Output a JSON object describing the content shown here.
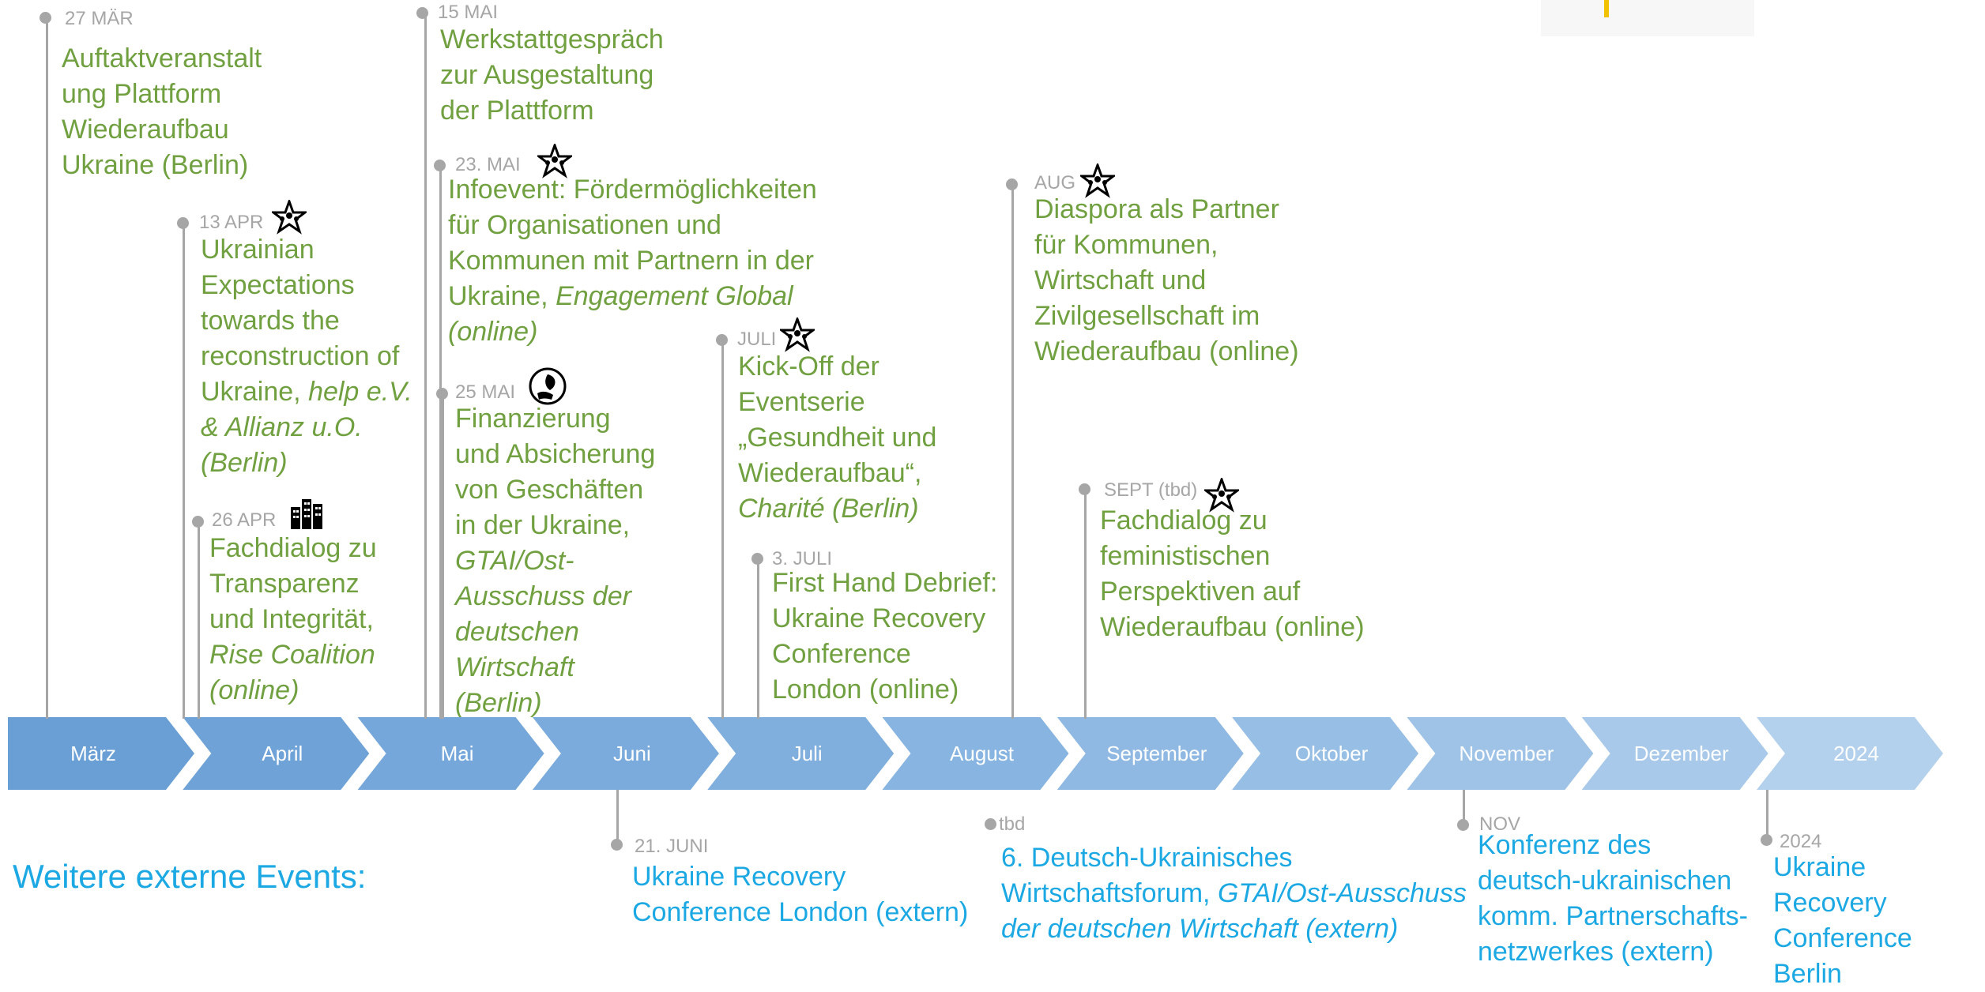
{
  "months": [
    {
      "label": "März",
      "color": "#6a9fd6"
    },
    {
      "label": "April",
      "color": "#6fa3d8"
    },
    {
      "label": "Mai",
      "color": "#75a7da"
    },
    {
      "label": "Juni",
      "color": "#7babdc"
    },
    {
      "label": "Juli",
      "color": "#80afde"
    },
    {
      "label": "August",
      "color": "#87b4e0"
    },
    {
      "label": "September",
      "color": "#8fb9e2"
    },
    {
      "label": "Oktober",
      "color": "#97bee4"
    },
    {
      "label": "November",
      "color": "#9fc3e6"
    },
    {
      "label": "Dezember",
      "color": "#a8c9e9"
    },
    {
      "label": "2024",
      "color": "#b3d0ec"
    }
  ],
  "events": {
    "maer27": {
      "date": "27 MÄR",
      "l1": "Auftaktveranstalt",
      "l2": "ung Plattform",
      "l3": "Wiederaufbau",
      "l4": "Ukraine (Berlin)"
    },
    "apr13": {
      "date": "13 APR",
      "icon": "star-people-icon",
      "l1": "Ukrainian",
      "l2": "Expectations",
      "l3": "towards the",
      "l4": "reconstruction of",
      "l5a": "Ukraine, ",
      "l5b": "help e.V.",
      "l6": "& Allianz u.O.",
      "l7": "(Berlin)"
    },
    "apr26": {
      "date": "26 APR",
      "icon": "city-buildings-icon",
      "l1": "Fachdialog zu",
      "l2": "Transparenz",
      "l3": "und Integrität,",
      "l4": "Rise Coalition",
      "l5": "(online)"
    },
    "mai15": {
      "date": "15 MAI",
      "l1": "Werkstattgespräch",
      "l2": "zur Ausgestaltung",
      "l3": "der Plattform"
    },
    "mai23": {
      "date": "23. MAI",
      "icon": "star-people-icon",
      "l1": "Infoevent: Fördermöglichkeiten",
      "l2": "für Organisationen und",
      "l3": "Kommunen mit Partnern in der",
      "l4a": "Ukraine, ",
      "l4b": "Engagement Global",
      "l5": "(online)"
    },
    "mai25": {
      "date": "25 MAI",
      "icon": "hand-leaf-icon",
      "l1": "Finanzierung",
      "l2": "und Absicherung",
      "l3": "von Geschäften",
      "l4": "in der Ukraine,",
      "l5": "GTAI/Ost-",
      "l6": "Ausschuss der",
      "l7": "deutschen",
      "l8": "Wirtschaft",
      "l9": "(Berlin)"
    },
    "juli": {
      "date": "JULI",
      "icon": "star-people-icon",
      "l1": "Kick-Off der",
      "l2": "Eventserie",
      "l3": "„Gesundheit und",
      "l4": "Wiederaufbau“,",
      "l5": "Charité (Berlin)"
    },
    "juli3": {
      "date": "3. JULI",
      "l1": "First Hand Debrief:",
      "l2": "Ukraine Recovery",
      "l3": "Conference",
      "l4": "London (online)"
    },
    "aug": {
      "date": "AUG",
      "icon": "star-people-icon",
      "l1": "Diaspora als Partner",
      "l2": "für Kommunen,",
      "l3": "Wirtschaft und",
      "l4": "Zivilgesellschaft im",
      "l5": "Wiederaufbau (online)"
    },
    "sept": {
      "date": "SEPT (tbd)",
      "icon": "star-people-icon",
      "l1": "Fachdialog zu",
      "l2": "feministischen",
      "l3": "Perspektiven auf",
      "l4": "Wiederaufbau (online)"
    }
  },
  "external": {
    "heading": "Weitere externe Events:",
    "juni21": {
      "date": "21. JUNI",
      "l1": "Ukraine Recovery",
      "l2": "Conference London (extern)"
    },
    "tbd": {
      "date": "tbd",
      "l1": "6. Deutsch-Ukrainisches",
      "l2a": "Wirtschaftsforum, ",
      "l2b": "GTAI/Ost-Ausschuss",
      "l3": "der deutschen Wirtschaft (extern)"
    },
    "nov": {
      "date": "NOV",
      "l1": "Konferenz des",
      "l2": "deutsch-ukrainischen",
      "l3": "komm. Partnerschafts-",
      "l4": "netzwerkes (extern)"
    },
    "y2024": {
      "date": "2024",
      "l1": "Ukraine Recovery",
      "l2": "Conference Berlin"
    }
  },
  "colors": {
    "event_green": "#70a040",
    "external_blue": "#1ca8e3",
    "date_gray": "#a6a6a6"
  }
}
